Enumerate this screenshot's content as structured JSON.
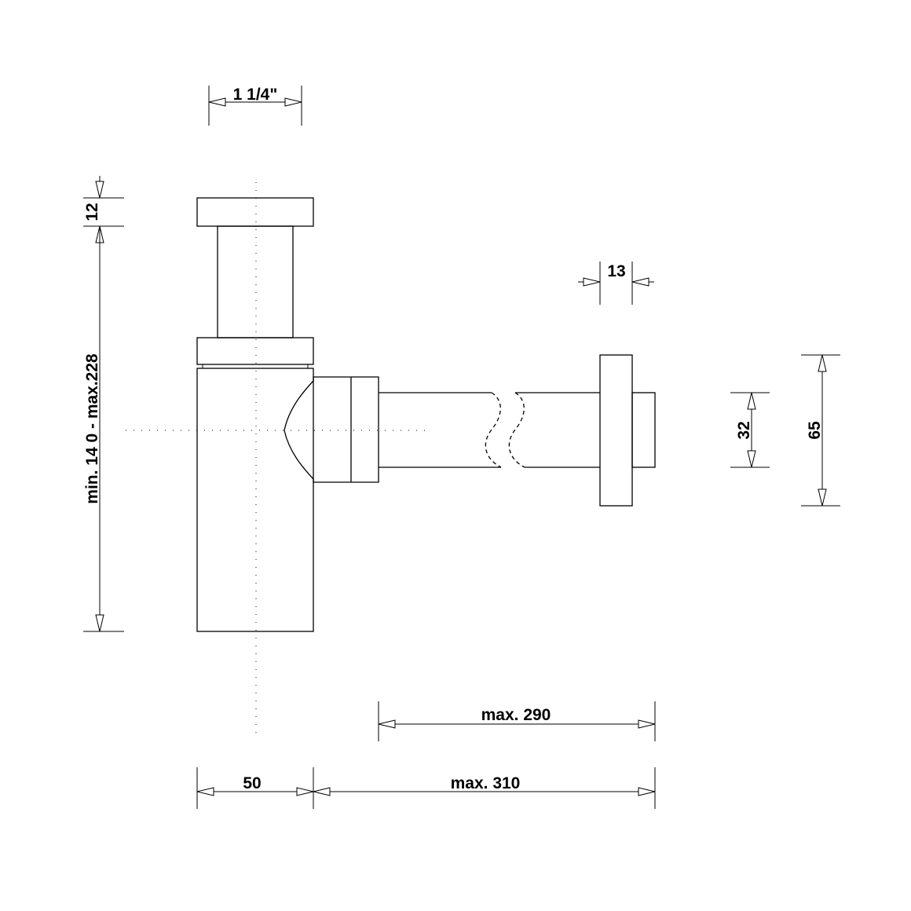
{
  "dimensions": {
    "inlet_size": "1 1/4\"",
    "cap_height": "12",
    "height_range": "min. 14 0 - max.228",
    "flange_thickness": "13",
    "pipe_diameter": "32",
    "flange_diameter": "65",
    "pipe_length": "max. 290",
    "body_width": "50",
    "total_length": "max. 310"
  }
}
